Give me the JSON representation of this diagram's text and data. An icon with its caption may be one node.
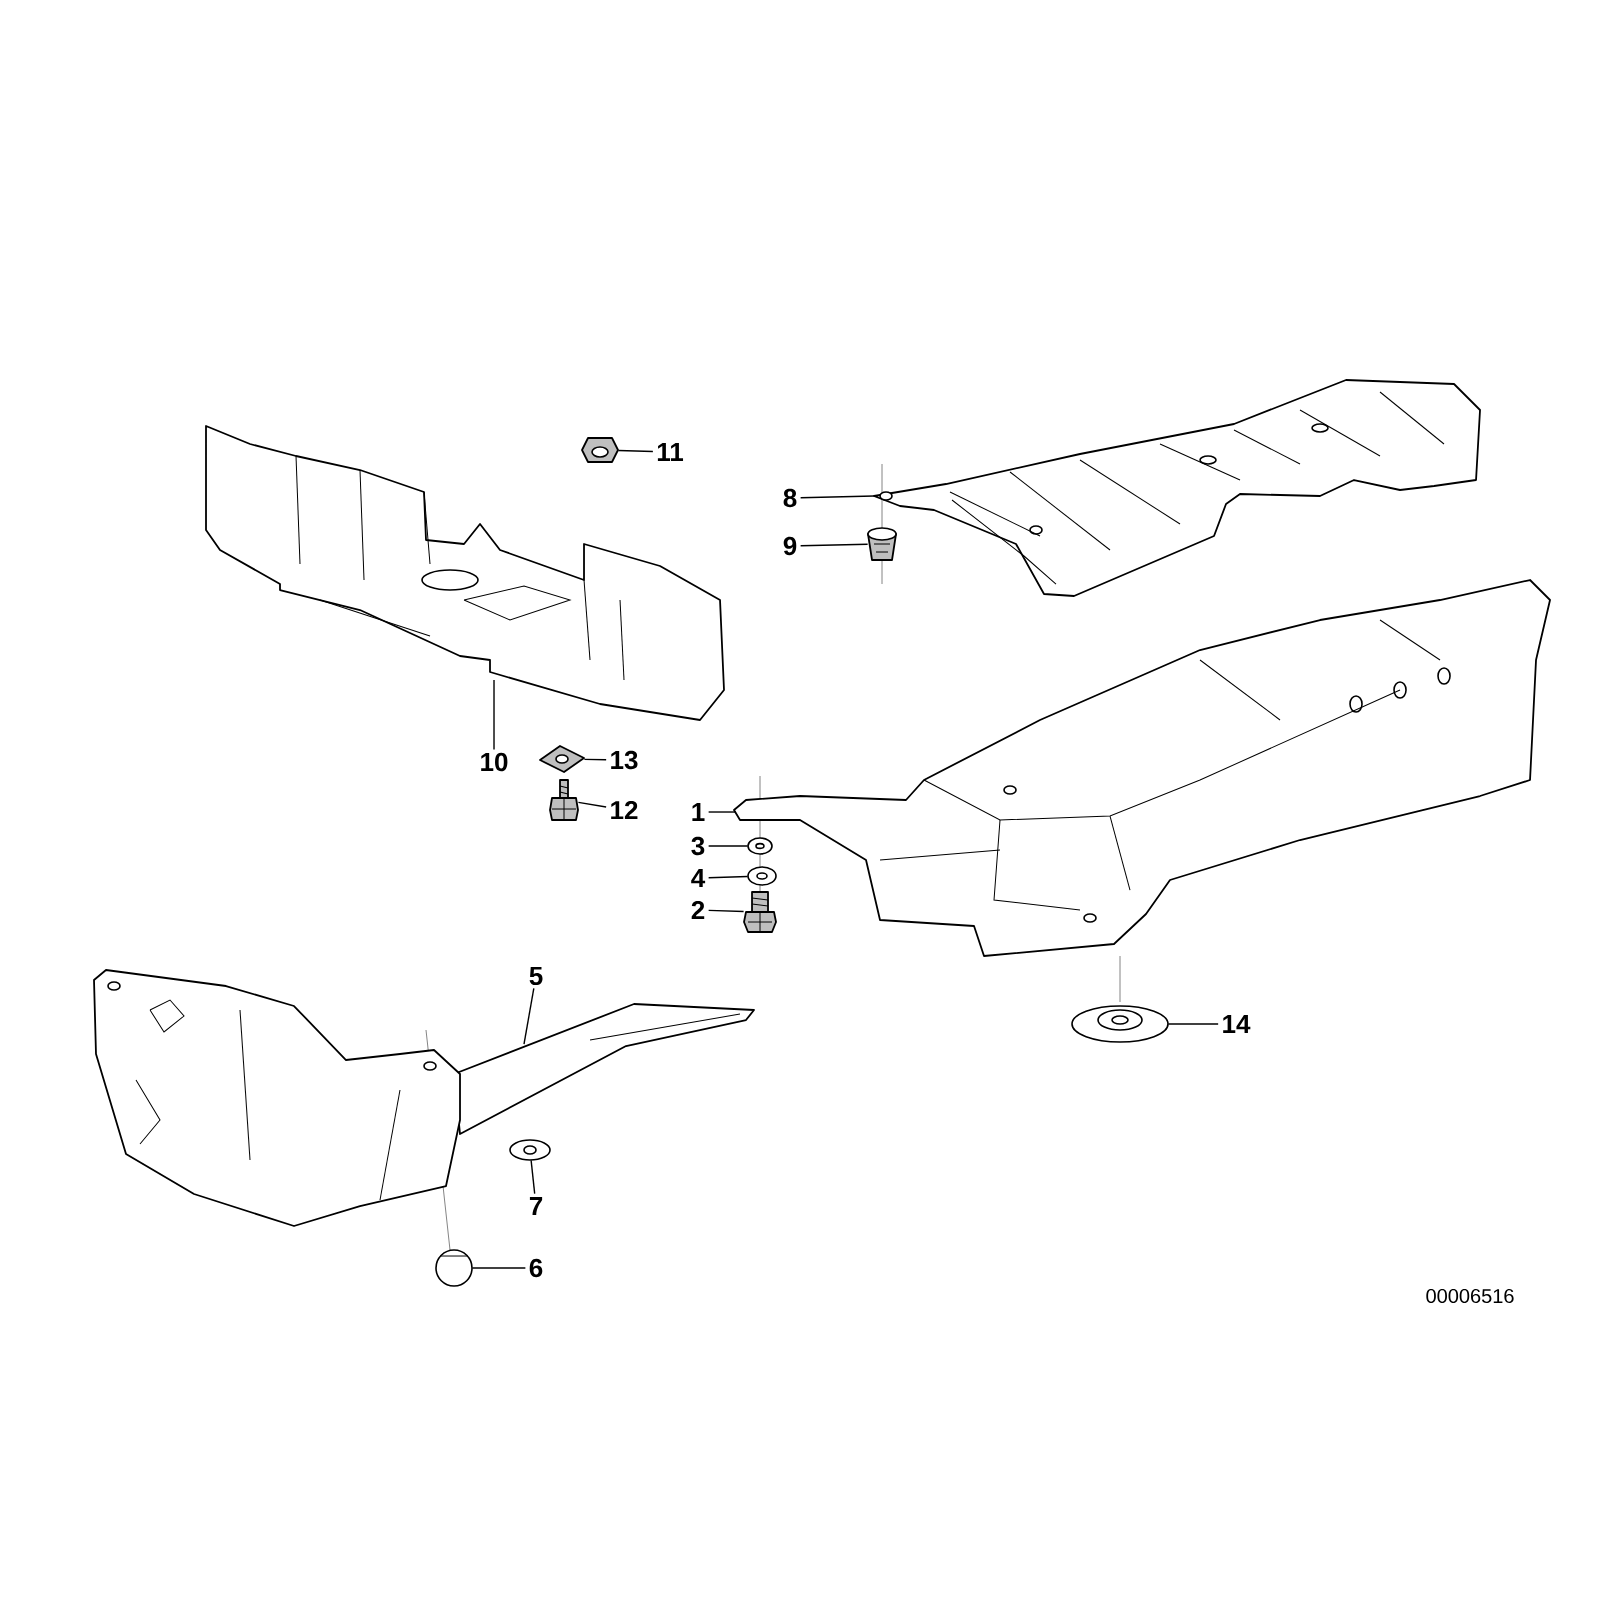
{
  "diagram": {
    "nodes": [
      {
        "text": [
          "11"
        ]
      },
      {
        "text": [
          "8"
        ]
      },
      {
        "text": [
          "9"
        ]
      },
      {
        "text": [
          "10"
        ]
      },
      {
        "text": [
          "13"
        ]
      },
      {
        "text": [
          "12"
        ]
      },
      {
        "text": [
          "1"
        ]
      },
      {
        "text": [
          "3"
        ]
      },
      {
        "text": [
          "4"
        ]
      },
      {
        "text": [
          "2"
        ]
      },
      {
        "text": [
          "5"
        ]
      },
      {
        "text": [
          "14"
        ]
      },
      {
        "text": [
          "7"
        ]
      },
      {
        "text": [
          "6"
        ]
      },
      {
        "text": [],
        "shape": "picture"
      },
      {
        "text": [],
        "shape": "picture"
      },
      {
        "text": [],
        "shape": "picture"
      },
      {
        "text": [],
        "shape": "picture"
      },
      {
        "text": [],
        "shape": "picture"
      },
      {
        "text": [],
        "shape": "picture"
      },
      {
        "text": [],
        "shape": "picture"
      },
      {
        "text": [],
        "shape": "picture"
      },
      {
        "text": [],
        "shape": "picture"
      },
      {
        "text": [],
        "shape": "picture"
      },
      {
        "text": [],
        "shape": "picture"
      },
      {
        "text": [],
        "shape": "picture"
      },
      {
        "text": [],
        "shape": "picture"
      },
      {
        "text": [],
        "shape": "picture"
      }
    ],
    "edges": [
      {
        "from": 0,
        "to": 15,
        "arrow": "none"
      },
      {
        "from": 1,
        "to": 16,
        "arrow": "none"
      },
      {
        "from": 2,
        "to": 17,
        "arrow": "none"
      },
      {
        "from": 3,
        "to": 14,
        "arrow": "none"
      },
      {
        "from": 4,
        "to": 18,
        "arrow": "none"
      },
      {
        "from": 5,
        "to": 19,
        "arrow": "none"
      },
      {
        "from": 6,
        "to": 20,
        "arrow": "none"
      },
      {
        "from": 7,
        "to": 21,
        "arrow": "none"
      },
      {
        "from": 8,
        "to": 22,
        "arrow": "none"
      },
      {
        "from": 9,
        "to": 23,
        "arrow": "none"
      },
      {
        "from": 11,
        "to": 24,
        "arrow": "none"
      },
      {
        "from": 10,
        "to": 25,
        "arrow": "none"
      },
      {
        "from": 12,
        "to": 26,
        "arrow": "none"
      },
      {
        "from": 13,
        "to": 27,
        "arrow": "none"
      }
    ],
    "labels": [
      "00006516"
    ]
  }
}
